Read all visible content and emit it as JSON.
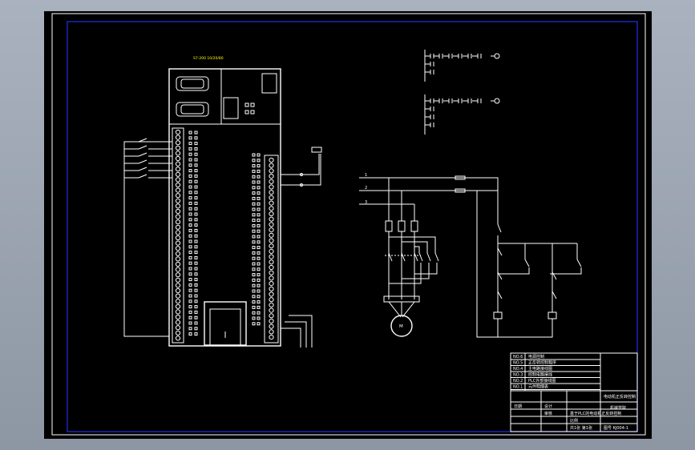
{
  "plc": {
    "model_label": "S7-200 10/20/80"
  },
  "motor": {
    "symbol": "M"
  },
  "phases": [
    "1",
    "2",
    "3"
  ],
  "title_block": {
    "revision_rows": [
      {
        "no": "NO.6",
        "text": "电源控制"
      },
      {
        "no": "NO.5",
        "text": "正反转控制程序"
      },
      {
        "no": "NO.4",
        "text": "主电路接线图"
      },
      {
        "no": "NO.3",
        "text": "控制电路接线"
      },
      {
        "no": "NO.2",
        "text": "PLC外部接线图"
      },
      {
        "no": "NO.1",
        "text": "元件明细表"
      }
    ],
    "drawing_title": "电动机正反转控制",
    "company": "机械学院",
    "designer_label": "设计",
    "checker_label": "审核",
    "scale_label": "比例",
    "sheet_label": "共1张 第1张",
    "drawing_no": "图号 KJ004-1",
    "project": "基于PLC的电动机正反转控制",
    "date": "日期"
  },
  "colors": {
    "viewport_bg": "#000000",
    "frame": "#1f2bd6",
    "line": "#ffffff",
    "accent": "#ffff00"
  }
}
